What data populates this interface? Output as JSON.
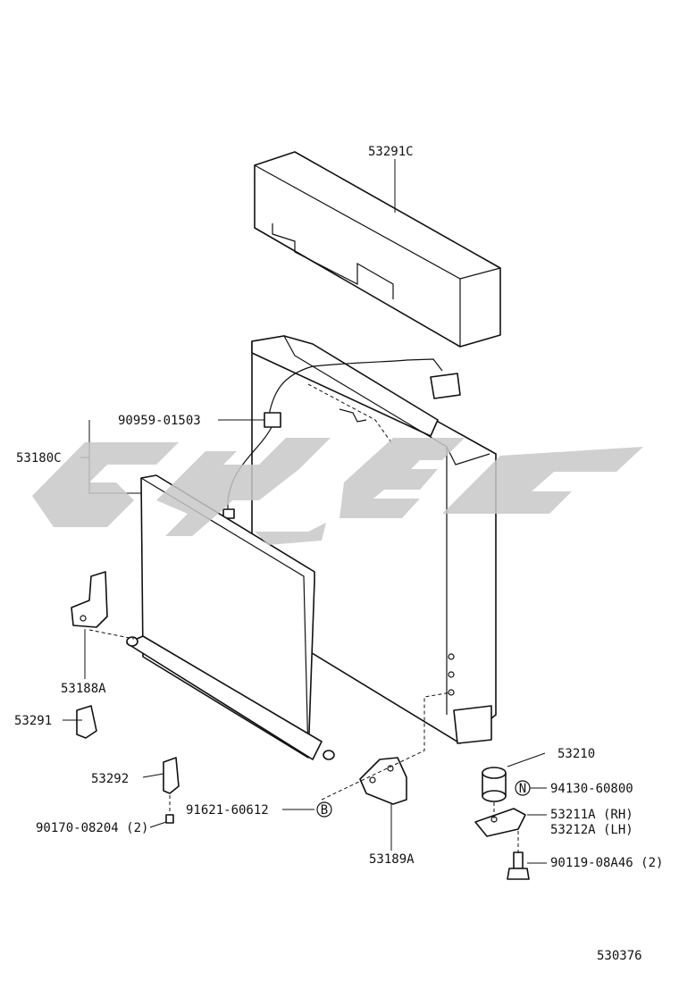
{
  "diagram": {
    "labels": {
      "insulator": "53291C",
      "sensor_wire": "90959-01503",
      "condenser": "53180C",
      "bracket_left": "53188A",
      "clip_53291": "53291",
      "clip_53292": "53292",
      "screw_left": "90170-08204 (2)",
      "screw_b": "91621-60612",
      "bracket_right": "53189A",
      "cushion": "53210",
      "nut": "94130-60800",
      "support_rh": "53211A (RH)",
      "support_lh": "53212A (LH)",
      "bolt": "90119-08A46 (2)"
    },
    "markers": {
      "n": "N",
      "b": "B"
    },
    "diagram_code": "530376"
  },
  "colors": {
    "line": "#111111",
    "watermark": "#c8c8c8",
    "background": "#ffffff"
  }
}
